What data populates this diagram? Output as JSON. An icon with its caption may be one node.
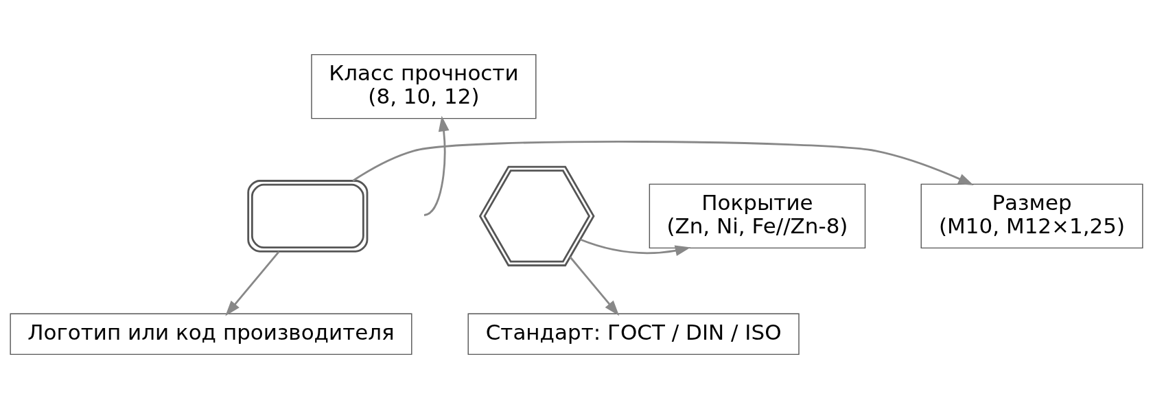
{
  "diagram": {
    "nodes": [
      {
        "text": [
          "Класс прочности",
          "(8, 10, 12)"
        ]
      },
      {
        "text": [
          "Размер",
          "(M10, M12×1,25)"
        ]
      },
      {
        "text": [],
        "shape": "picture"
      },
      {
        "text": [],
        "shape": "picture"
      },
      {
        "text": [
          "Покрытие",
          "(Zn, Ni, Fe//Zn-8)"
        ]
      },
      {
        "text": [
          "Логотип или код производителя"
        ]
      },
      {
        "text": [
          "Стандарт: ГОСТ / DIN / ISO"
        ]
      }
    ],
    "edges": [
      {
        "from": null,
        "to": 0,
        "arrow": "to"
      },
      {
        "from": 2,
        "to": 1,
        "arrow": "to"
      },
      {
        "from": 3,
        "to": 4,
        "arrow": "to"
      },
      {
        "from": 2,
        "to": 5,
        "arrow": "to"
      },
      {
        "from": 3,
        "to": 6,
        "arrow": "to"
      }
    ]
  }
}
